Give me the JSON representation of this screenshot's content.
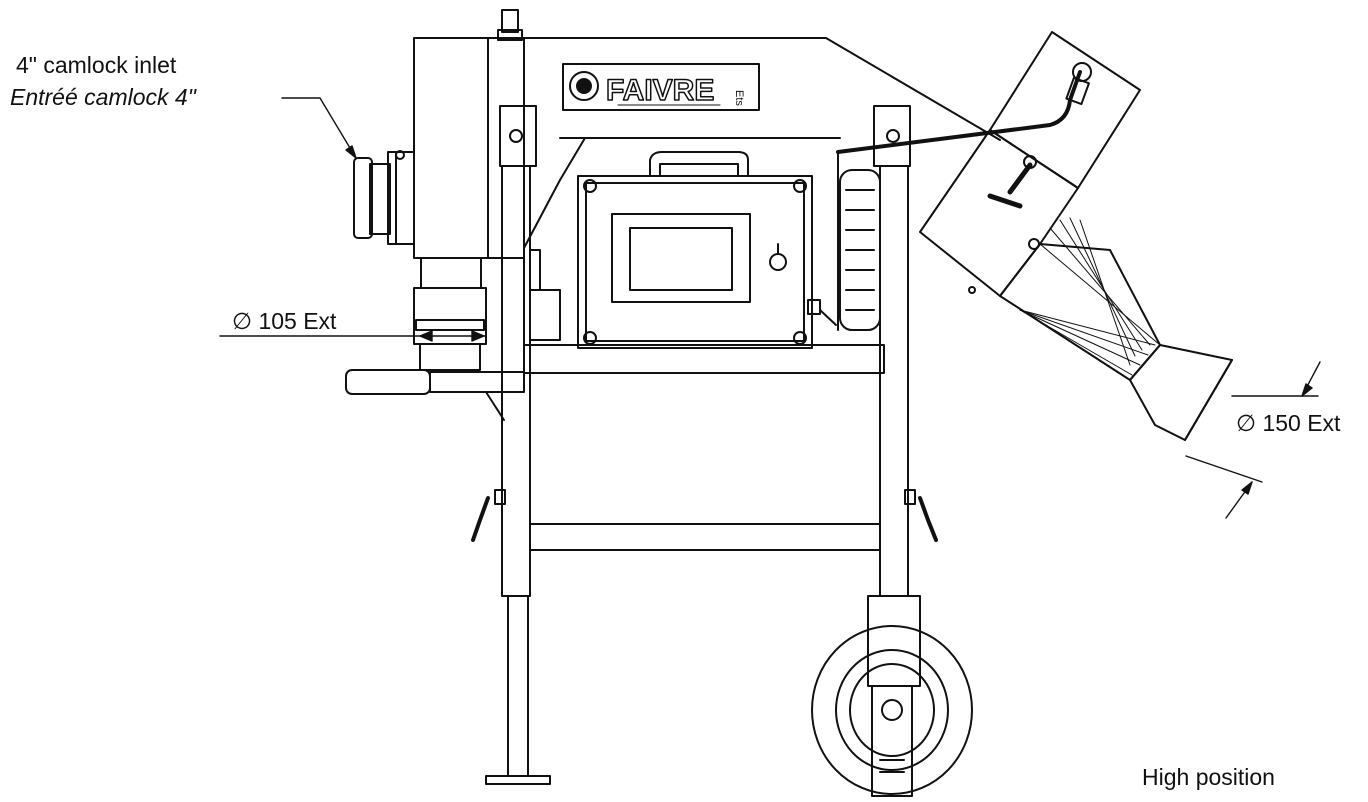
{
  "labels": {
    "inlet_en": "4\" camlock inlet",
    "inlet_fr": "Entréé camlock 4\"",
    "dia_105": "105 Ext",
    "dia_150": "150 Ext",
    "position": "High position"
  },
  "symbols": {
    "diameter": "∅"
  },
  "brand": {
    "name": "FAIVRE",
    "suffix": "Ets"
  },
  "colors": {
    "line": "#111111",
    "background": "#ffffff"
  }
}
